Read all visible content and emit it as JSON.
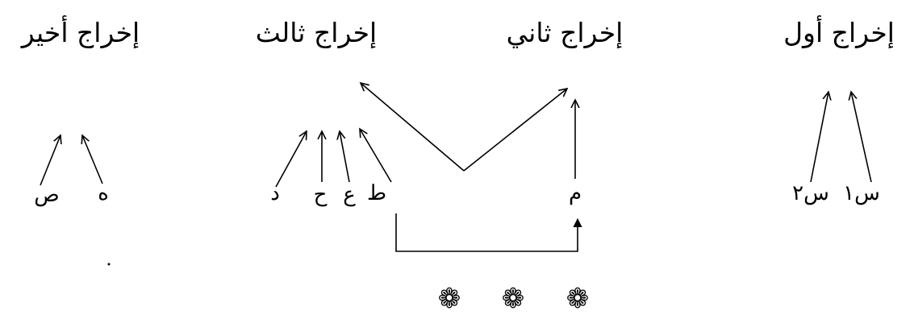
{
  "headings": {
    "first": "إخراج أول",
    "second": "إخراج ثاني",
    "third": "إخراج ثالث",
    "last": "إخراج أخير"
  },
  "letters": {
    "s1": "س١",
    "s2": "س٢",
    "m": "م",
    "t": "ط",
    "ain": "ع",
    "h": "ح",
    "d": "د",
    "ha": "ه",
    "sad": "ص"
  },
  "ornament": {
    "glyph": "❁",
    "icon": "octagram-flower-icon"
  }
}
